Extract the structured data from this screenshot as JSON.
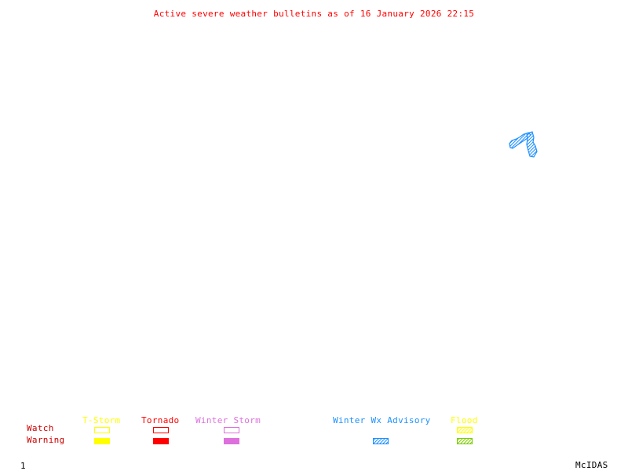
{
  "title": "Active severe weather bulletins as of 16 January 2026 22:15",
  "colors": {
    "title": "#ff0000",
    "row_labels": "#cc0000",
    "tstorm": "#ffff00",
    "tornado": "#ff0000",
    "winter_storm": "#dd70dd",
    "winter_wx_advisory": "#1e90ff",
    "flood_watch": "#ffff00",
    "flood_warning": "#7ccd00",
    "footer": "#000000"
  },
  "legend": {
    "row_labels": {
      "watch": "Watch",
      "warning": "Warning"
    },
    "categories": [
      {
        "id": "tstorm",
        "label": "T-Storm",
        "watch": "outline",
        "warning": "filled"
      },
      {
        "id": "tornado",
        "label": "Tornado",
        "watch": "outline",
        "warning": "filled"
      },
      {
        "id": "winter_storm",
        "label": "Winter Storm",
        "watch": "outline",
        "warning": "filled"
      },
      {
        "id": "winter_wx_advisory",
        "label": "Winter Wx Advisory",
        "watch": null,
        "warning": "hatched"
      },
      {
        "id": "flood",
        "label": "Flood",
        "watch": "hatched",
        "warning": "hatched"
      }
    ]
  },
  "map": {
    "active_areas": [
      {
        "type": "Winter Wx Advisory",
        "style": "hatched"
      }
    ]
  },
  "footer": {
    "frame_number": "1",
    "software": "McIDAS"
  }
}
